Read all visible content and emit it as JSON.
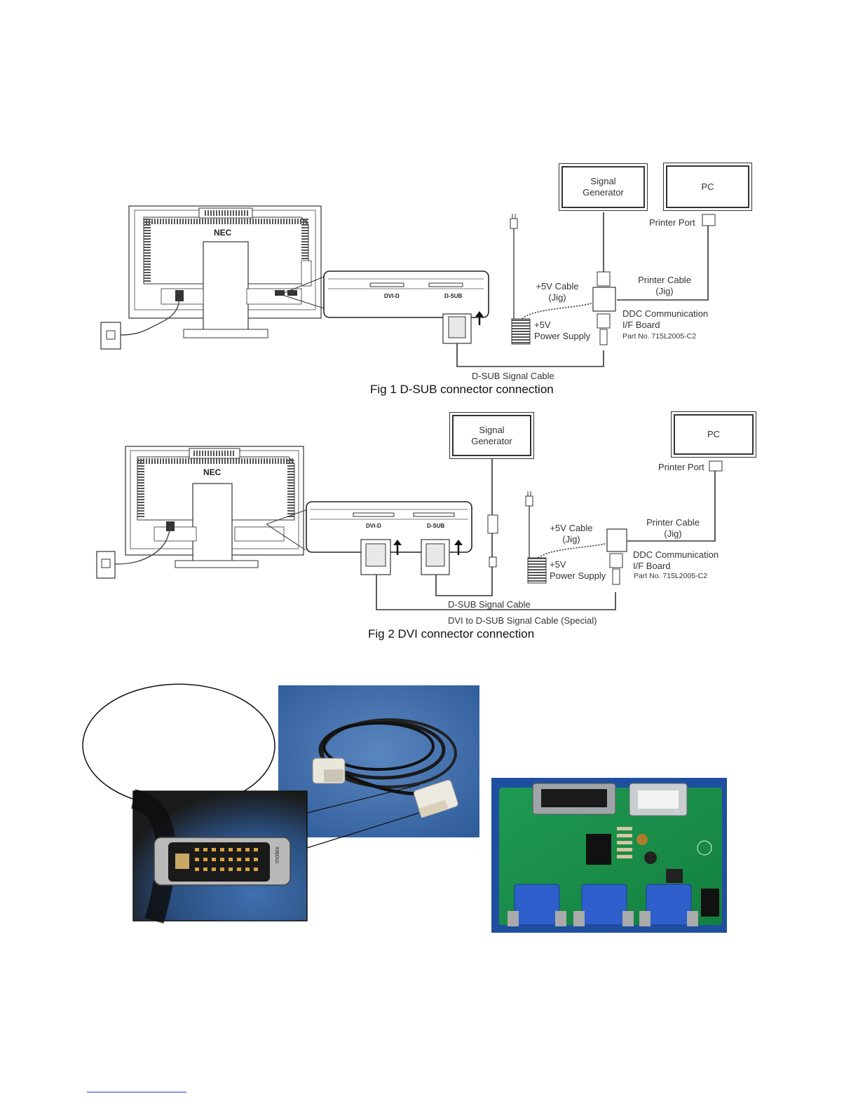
{
  "fig1": {
    "caption": "Fig 1 D-SUB connector connection",
    "signal_generator": "Signal\nGenerator",
    "pc": "PC",
    "printer_port": "Printer Port",
    "printer_cable": "Printer Cable\n(Jig)",
    "cable_5v": "+5V Cable\n(Jig)",
    "power_supply": "+5V\nPower Supply",
    "ddc_board": "DDC Communication\nI/F Board",
    "part_no": "Part No. 715L2005-C2",
    "dsub_cable": "D-SUB Signal Cable",
    "port_dvi": "DVI-D",
    "port_dsub": "D-SUB",
    "logo": "NEC"
  },
  "fig2": {
    "caption": "Fig 2 DVI connector connection",
    "signal_generator": "Signal\nGenerator",
    "pc": "PC",
    "printer_port": "Printer Port",
    "printer_cable": "Printer Cable\n(Jig)",
    "cable_5v": "+5V Cable\n(Jig)",
    "power_supply": "+5V\nPower Supply",
    "ddc_board": "DDC Communication\nI/F Board",
    "part_no": "Part No. 715L2005-C2",
    "dsub_cable": "D-SUB Signal Cable",
    "dvi_cable": "DVI to D-SUB Signal Cable (Special)",
    "port_dvi": "DVI-D",
    "port_dsub": "D-SUB",
    "logo": "NEC"
  },
  "photos": {
    "connector_brand": "molex"
  }
}
